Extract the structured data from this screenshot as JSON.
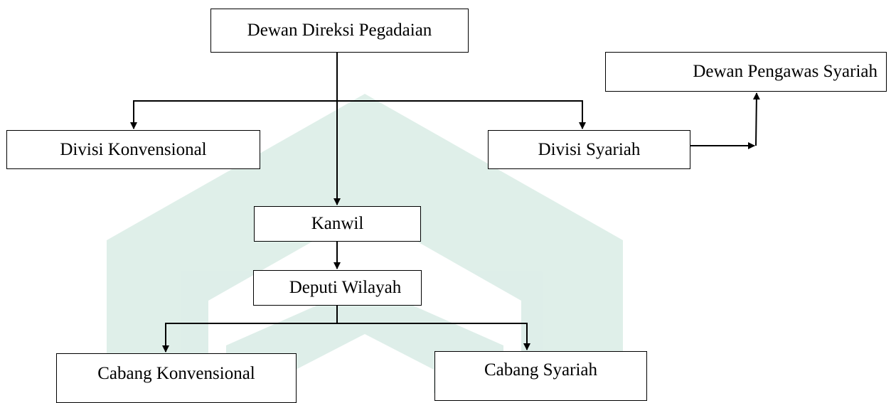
{
  "diagram": {
    "nodes": {
      "direksi": "Dewan Direksi Pegadaian",
      "pengawas_syariah": "Dewan Pengawas Syariah",
      "divisi_konvensional": "Divisi Konvensional",
      "divisi_syariah": "Divisi Syariah",
      "kanwil": "Kanwil",
      "deputi_wilayah": "Deputi Wilayah",
      "cabang_konvensional": "Cabang Konvensional",
      "cabang_syariah": "Cabang Syariah"
    },
    "watermark": {
      "color_dark": "#3f9f7f",
      "color_light": "#8fd0b5"
    },
    "line_color": "#000000"
  }
}
